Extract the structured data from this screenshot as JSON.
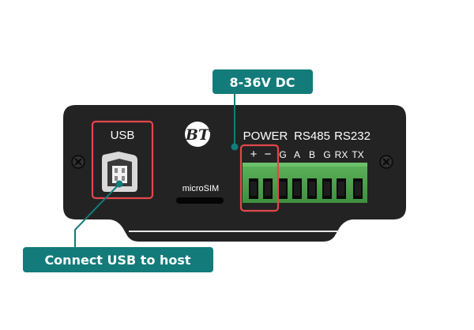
{
  "labels": {
    "usb": "USB",
    "microsim": "microSIM",
    "power": "POWER",
    "rs485": "RS485",
    "rs232": "RS232",
    "pins": [
      "+",
      "−",
      "G",
      "A",
      "B",
      "G",
      "RX",
      "TX"
    ]
  },
  "callouts": {
    "power_voltage": "8-36V DC",
    "usb_host": "Connect USB to host"
  },
  "colors": {
    "teal": "#137b7a",
    "highlight": "#e2474b",
    "panel": "#232323",
    "terminal_green": "#4ea24d"
  },
  "icons": {
    "logo": "bt-monogram-logo",
    "screws": "mounting-screw-icon"
  }
}
